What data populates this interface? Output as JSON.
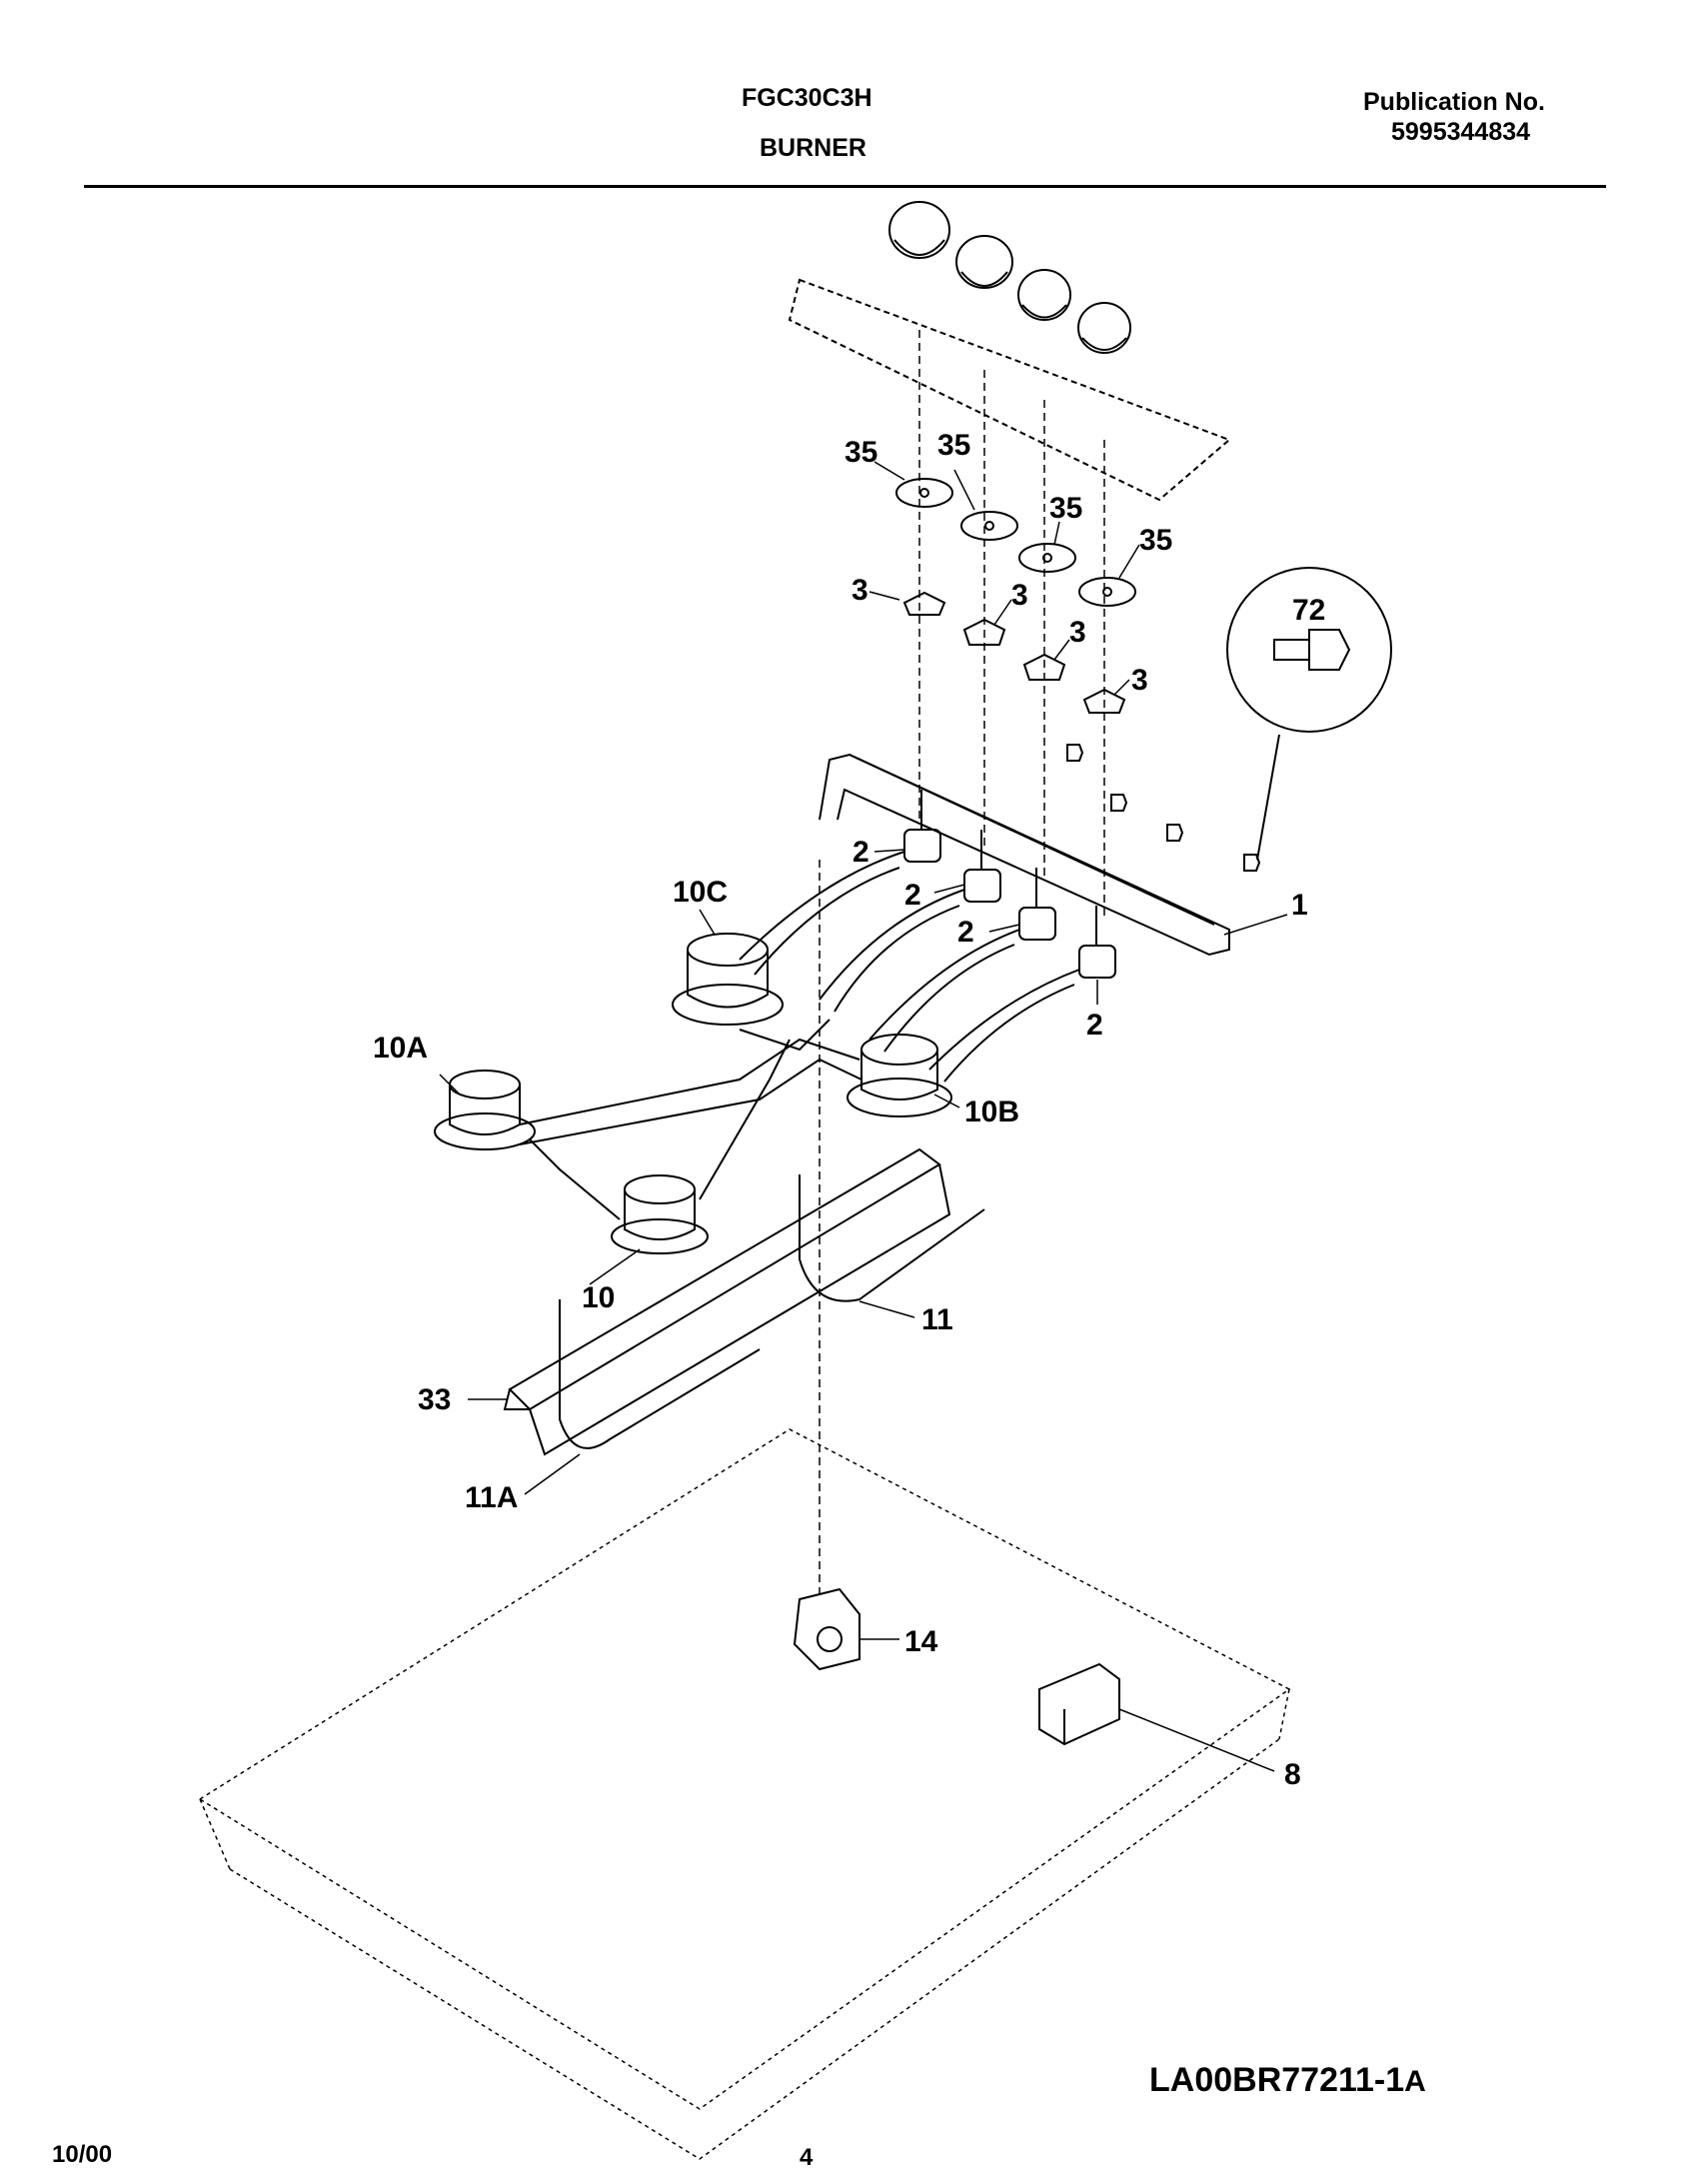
{
  "header": {
    "model": "FGC30C3H",
    "section": "BURNER",
    "publication_label": "Publication No.",
    "publication_number": "5995344834"
  },
  "diagram": {
    "drawing_code": "LA00BR77211-1",
    "drawing_code_suffix": "A",
    "callouts": [
      "35",
      "35",
      "35",
      "35",
      "3",
      "3",
      "3",
      "3",
      "72",
      "2",
      "2",
      "2",
      "2",
      "1",
      "10C",
      "10A",
      "10B",
      "10",
      "11",
      "33",
      "11A",
      "14",
      "8"
    ]
  },
  "footer": {
    "date": "10/00",
    "page": "4"
  }
}
